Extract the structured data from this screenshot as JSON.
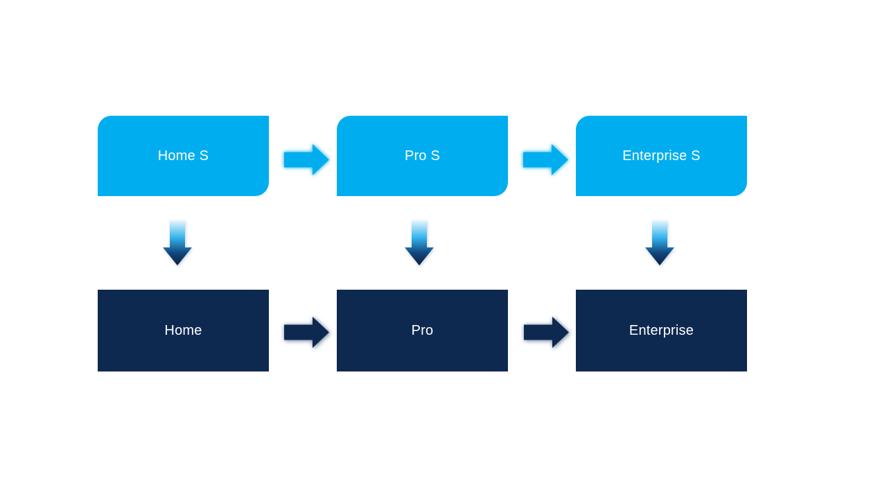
{
  "diagram": {
    "type": "flow",
    "background": "#FFFFFF",
    "colors": {
      "top_box_fill": "#00AEEF",
      "bottom_box_fill": "#0E2950",
      "label_text": "#FFFFFF",
      "top_arrow_fill": "#00AEEF",
      "bottom_arrow_fill": "#0E2950",
      "down_arrow_gradient_top": "#E8F6FD",
      "down_arrow_gradient_mid": "#35B5EE",
      "down_arrow_gradient_bottom": "#0C2141"
    },
    "top_row": {
      "items": [
        "Home S",
        "Pro S",
        "Enterprise S"
      ]
    },
    "bottom_row": {
      "items": [
        "Home",
        "Pro",
        "Enterprise"
      ]
    },
    "connections": {
      "horizontal_top": [
        "Home S → Pro S",
        "Pro S → Enterprise S"
      ],
      "horizontal_bottom": [
        "Home → Pro",
        "Pro → Enterprise"
      ],
      "vertical": [
        "Home S → Home",
        "Pro S → Pro",
        "Enterprise S → Enterprise"
      ]
    }
  }
}
